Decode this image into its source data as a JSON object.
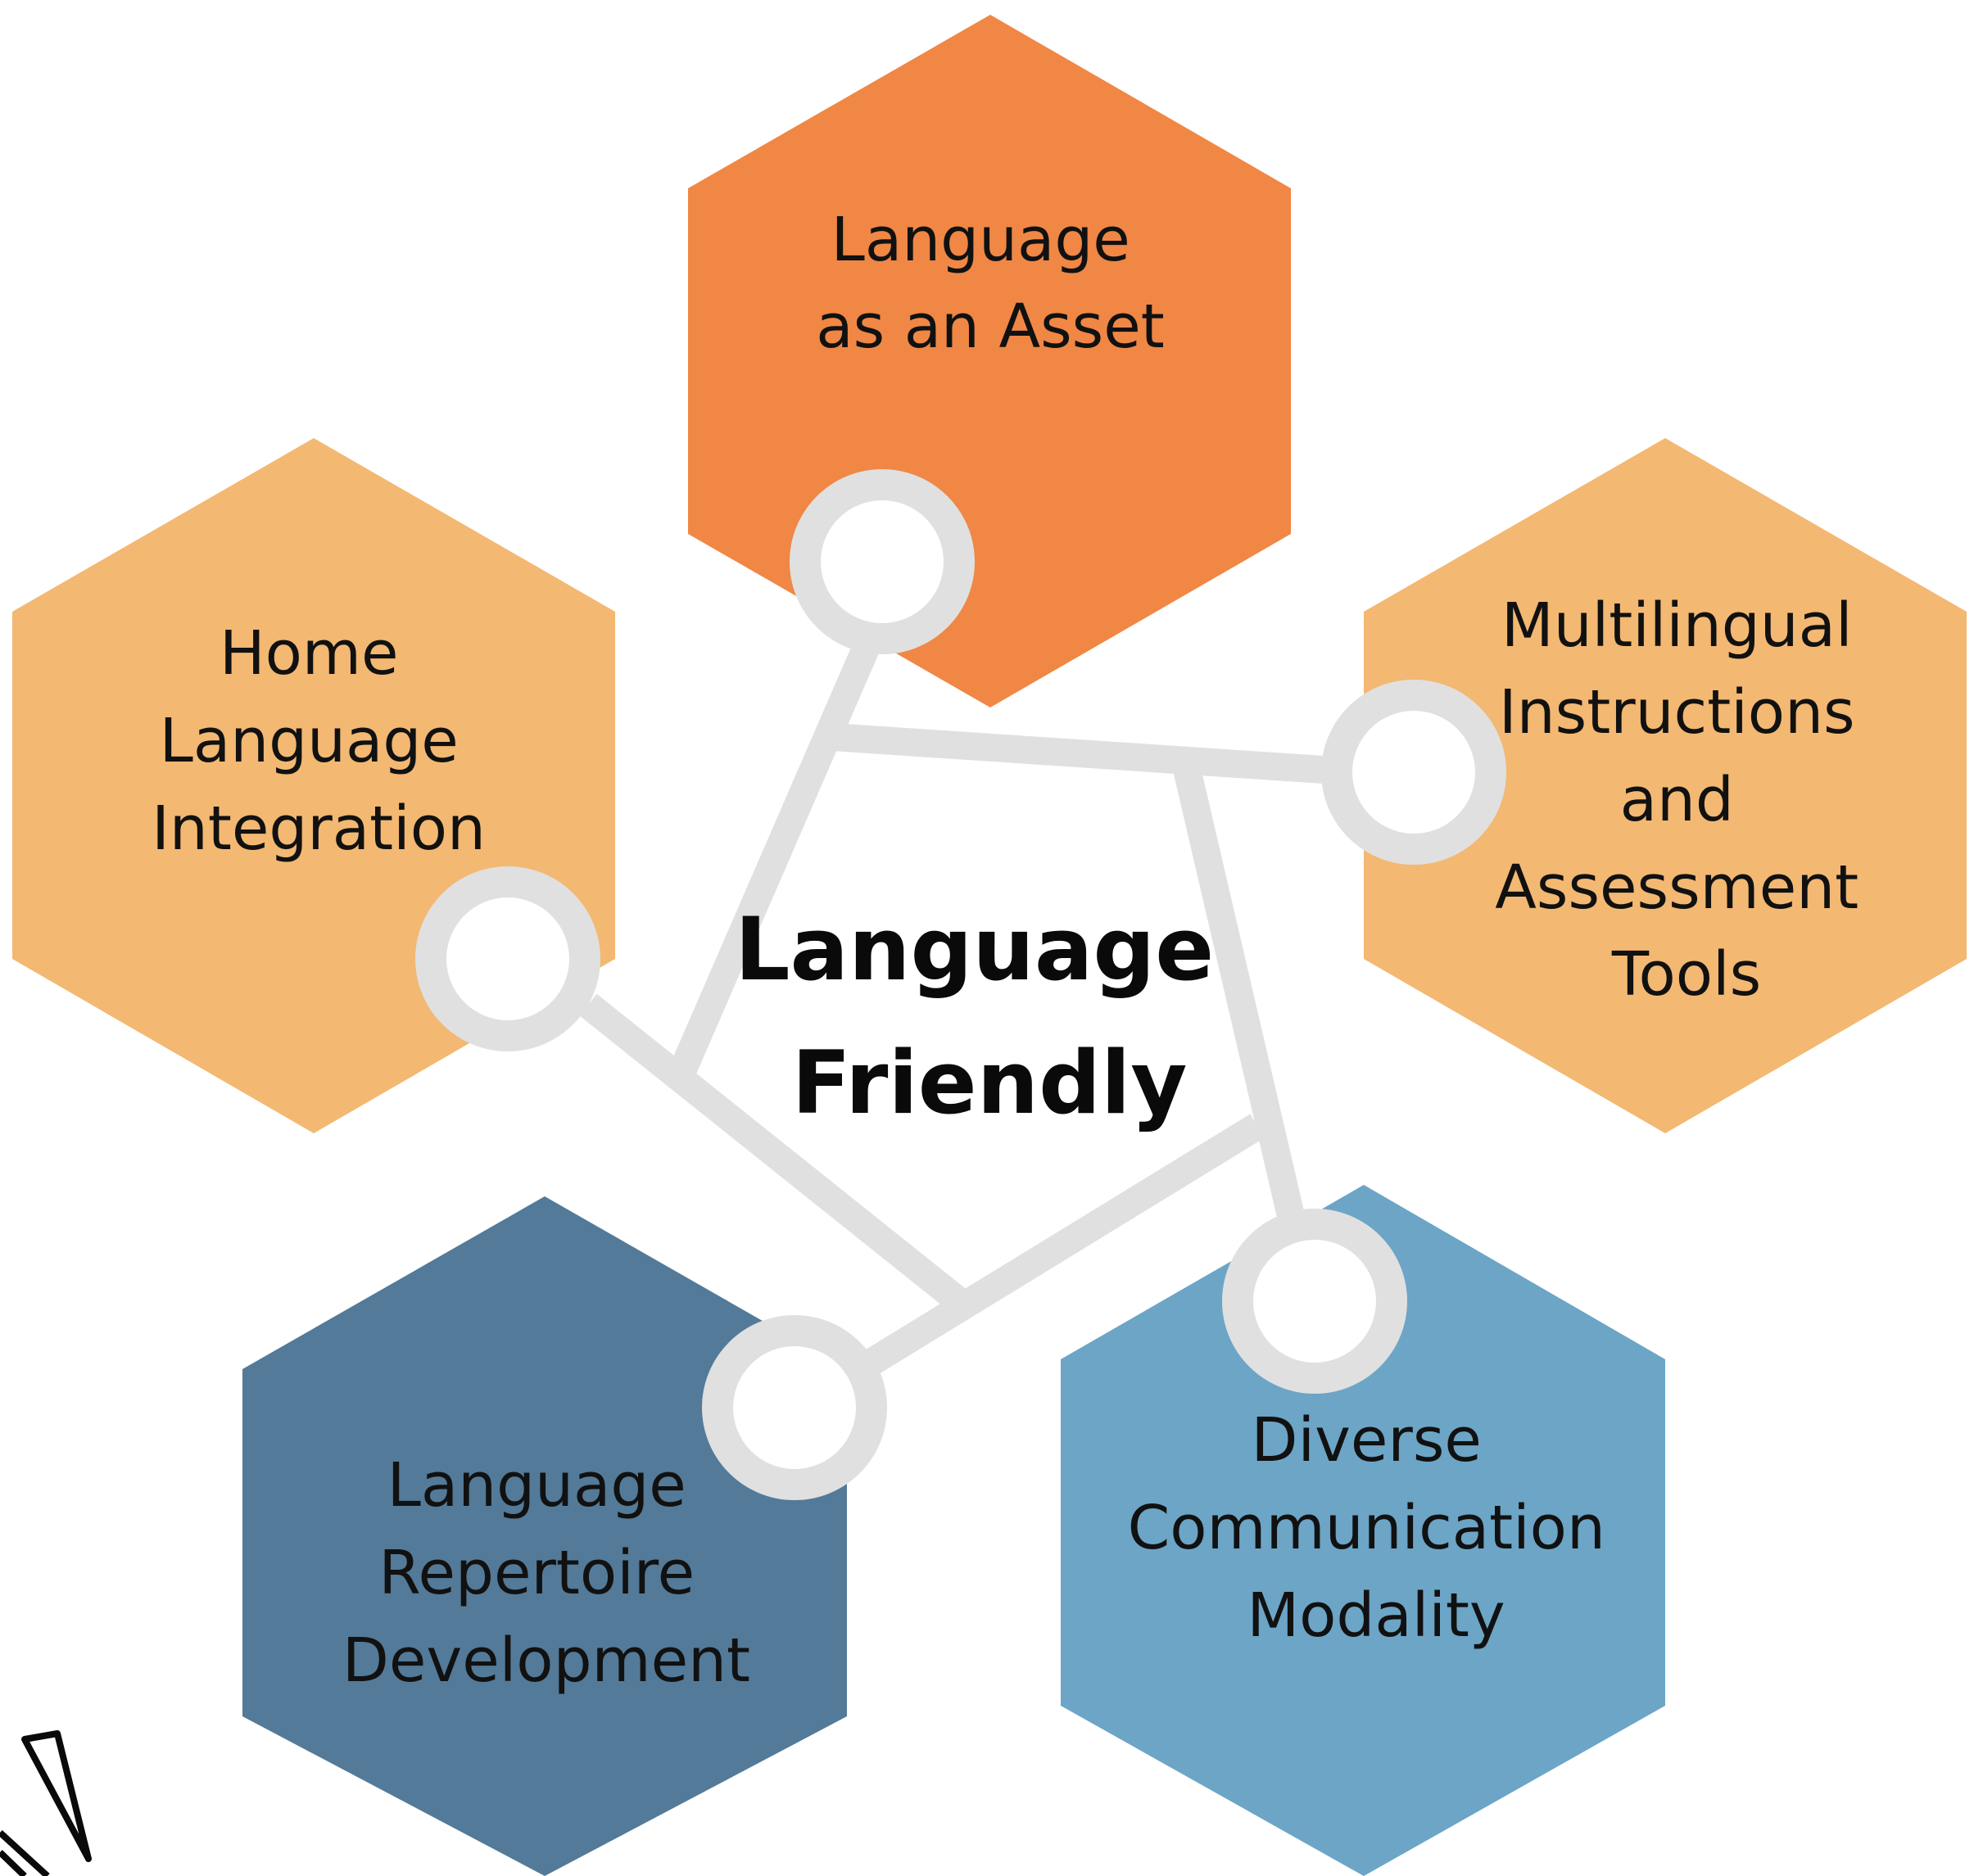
{
  "center": {
    "line1": "Language",
    "line2": "Friendly"
  },
  "colors": {
    "orange": "#F08745",
    "light_orange": "#F3B872",
    "dark_blue": "#537A98",
    "light_blue": "#6CA5C6",
    "connector": "#E0E0E0",
    "text": "#111111"
  },
  "nodes": [
    {
      "id": "asset",
      "lines": [
        "Language",
        "as an Asset"
      ],
      "color": "orange"
    },
    {
      "id": "home",
      "lines": [
        "Home",
        "Language",
        "Integration"
      ],
      "color": "light_orange"
    },
    {
      "id": "multilingual",
      "lines": [
        "Multilingual",
        "Instructions",
        "and",
        "Assessment",
        "Tools"
      ],
      "color": "light_orange"
    },
    {
      "id": "repertoire",
      "lines": [
        "Language",
        "Repertoire",
        "Development"
      ],
      "color": "dark_blue"
    },
    {
      "id": "diverse",
      "lines": [
        "Diverse",
        "Communication",
        "Modality"
      ],
      "color": "light_blue"
    }
  ]
}
